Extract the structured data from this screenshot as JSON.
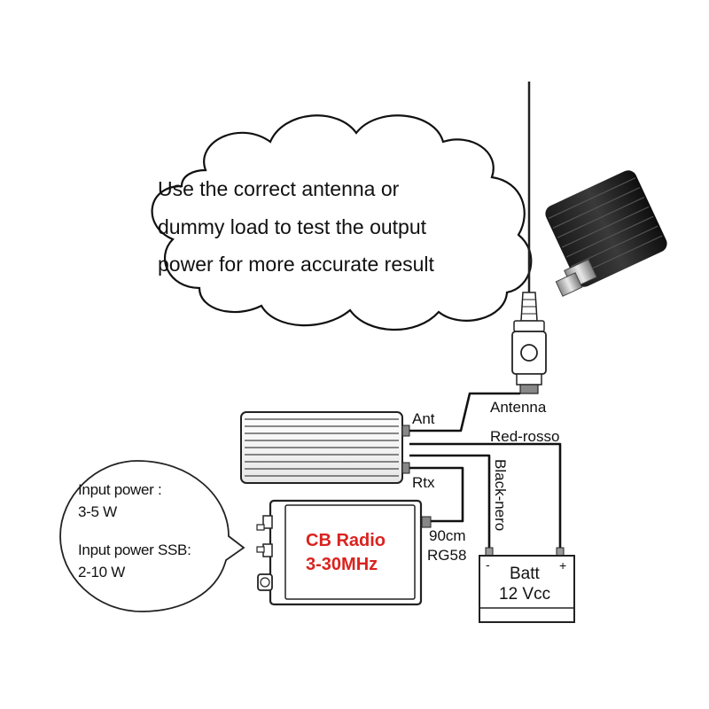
{
  "cloud": {
    "line1": "Use the correct antenna or",
    "line2": "dummy load to test the output",
    "line3": "power for more accurate result"
  },
  "bubble": {
    "line1": "Input power :",
    "line2": "3-5 W",
    "line3": "Input power SSB:",
    "line4": "2-10 W"
  },
  "labels": {
    "ant": "Ant",
    "rtx": "Rtx",
    "antenna": "Antenna",
    "red": "Red-rosso",
    "black": "Black-nero",
    "cable_len": "90cm",
    "cable_type": "RG58"
  },
  "radio": {
    "name": "CB Radio",
    "band": "3-30MHz",
    "color": "#d9231f"
  },
  "battery": {
    "name": "Batt",
    "voltage": "12 Vcc",
    "minus": "-",
    "plus": "+"
  }
}
